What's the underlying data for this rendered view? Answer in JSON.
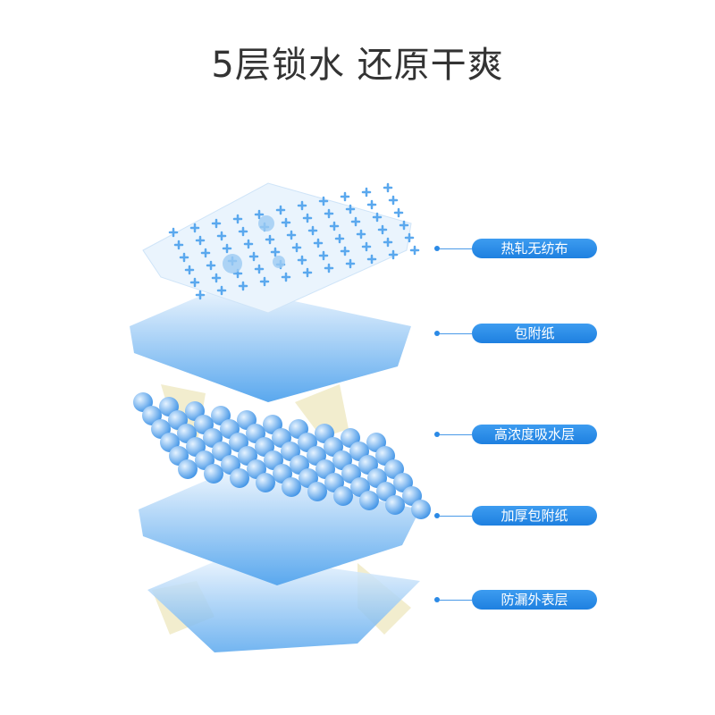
{
  "title": "5层锁水 还原干爽",
  "layers": [
    {
      "label": "热轧无纺布"
    },
    {
      "label": "包附纸"
    },
    {
      "label": "高浓度吸水层"
    },
    {
      "label": "加厚包附纸"
    },
    {
      "label": "防漏外表层"
    }
  ],
  "colors": {
    "accent": "#2b8ae6",
    "layer": "#8cc4f4",
    "arrow": "#f1edc8"
  }
}
